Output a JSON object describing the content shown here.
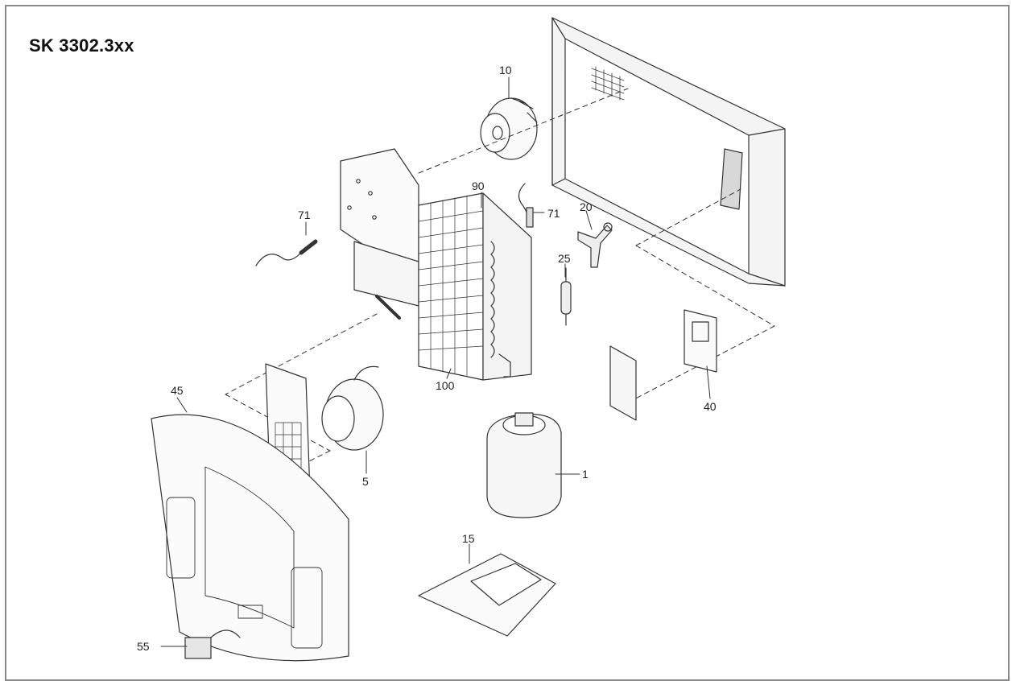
{
  "title": "SK 3302.3xx",
  "callouts": {
    "c1": "1",
    "c5": "5",
    "c10": "10",
    "c15": "15",
    "c20": "20",
    "c25": "25",
    "c40": "40",
    "c45": "45",
    "c55": "55",
    "c71a": "71",
    "c71b": "71",
    "c90": "90",
    "c100": "100"
  }
}
